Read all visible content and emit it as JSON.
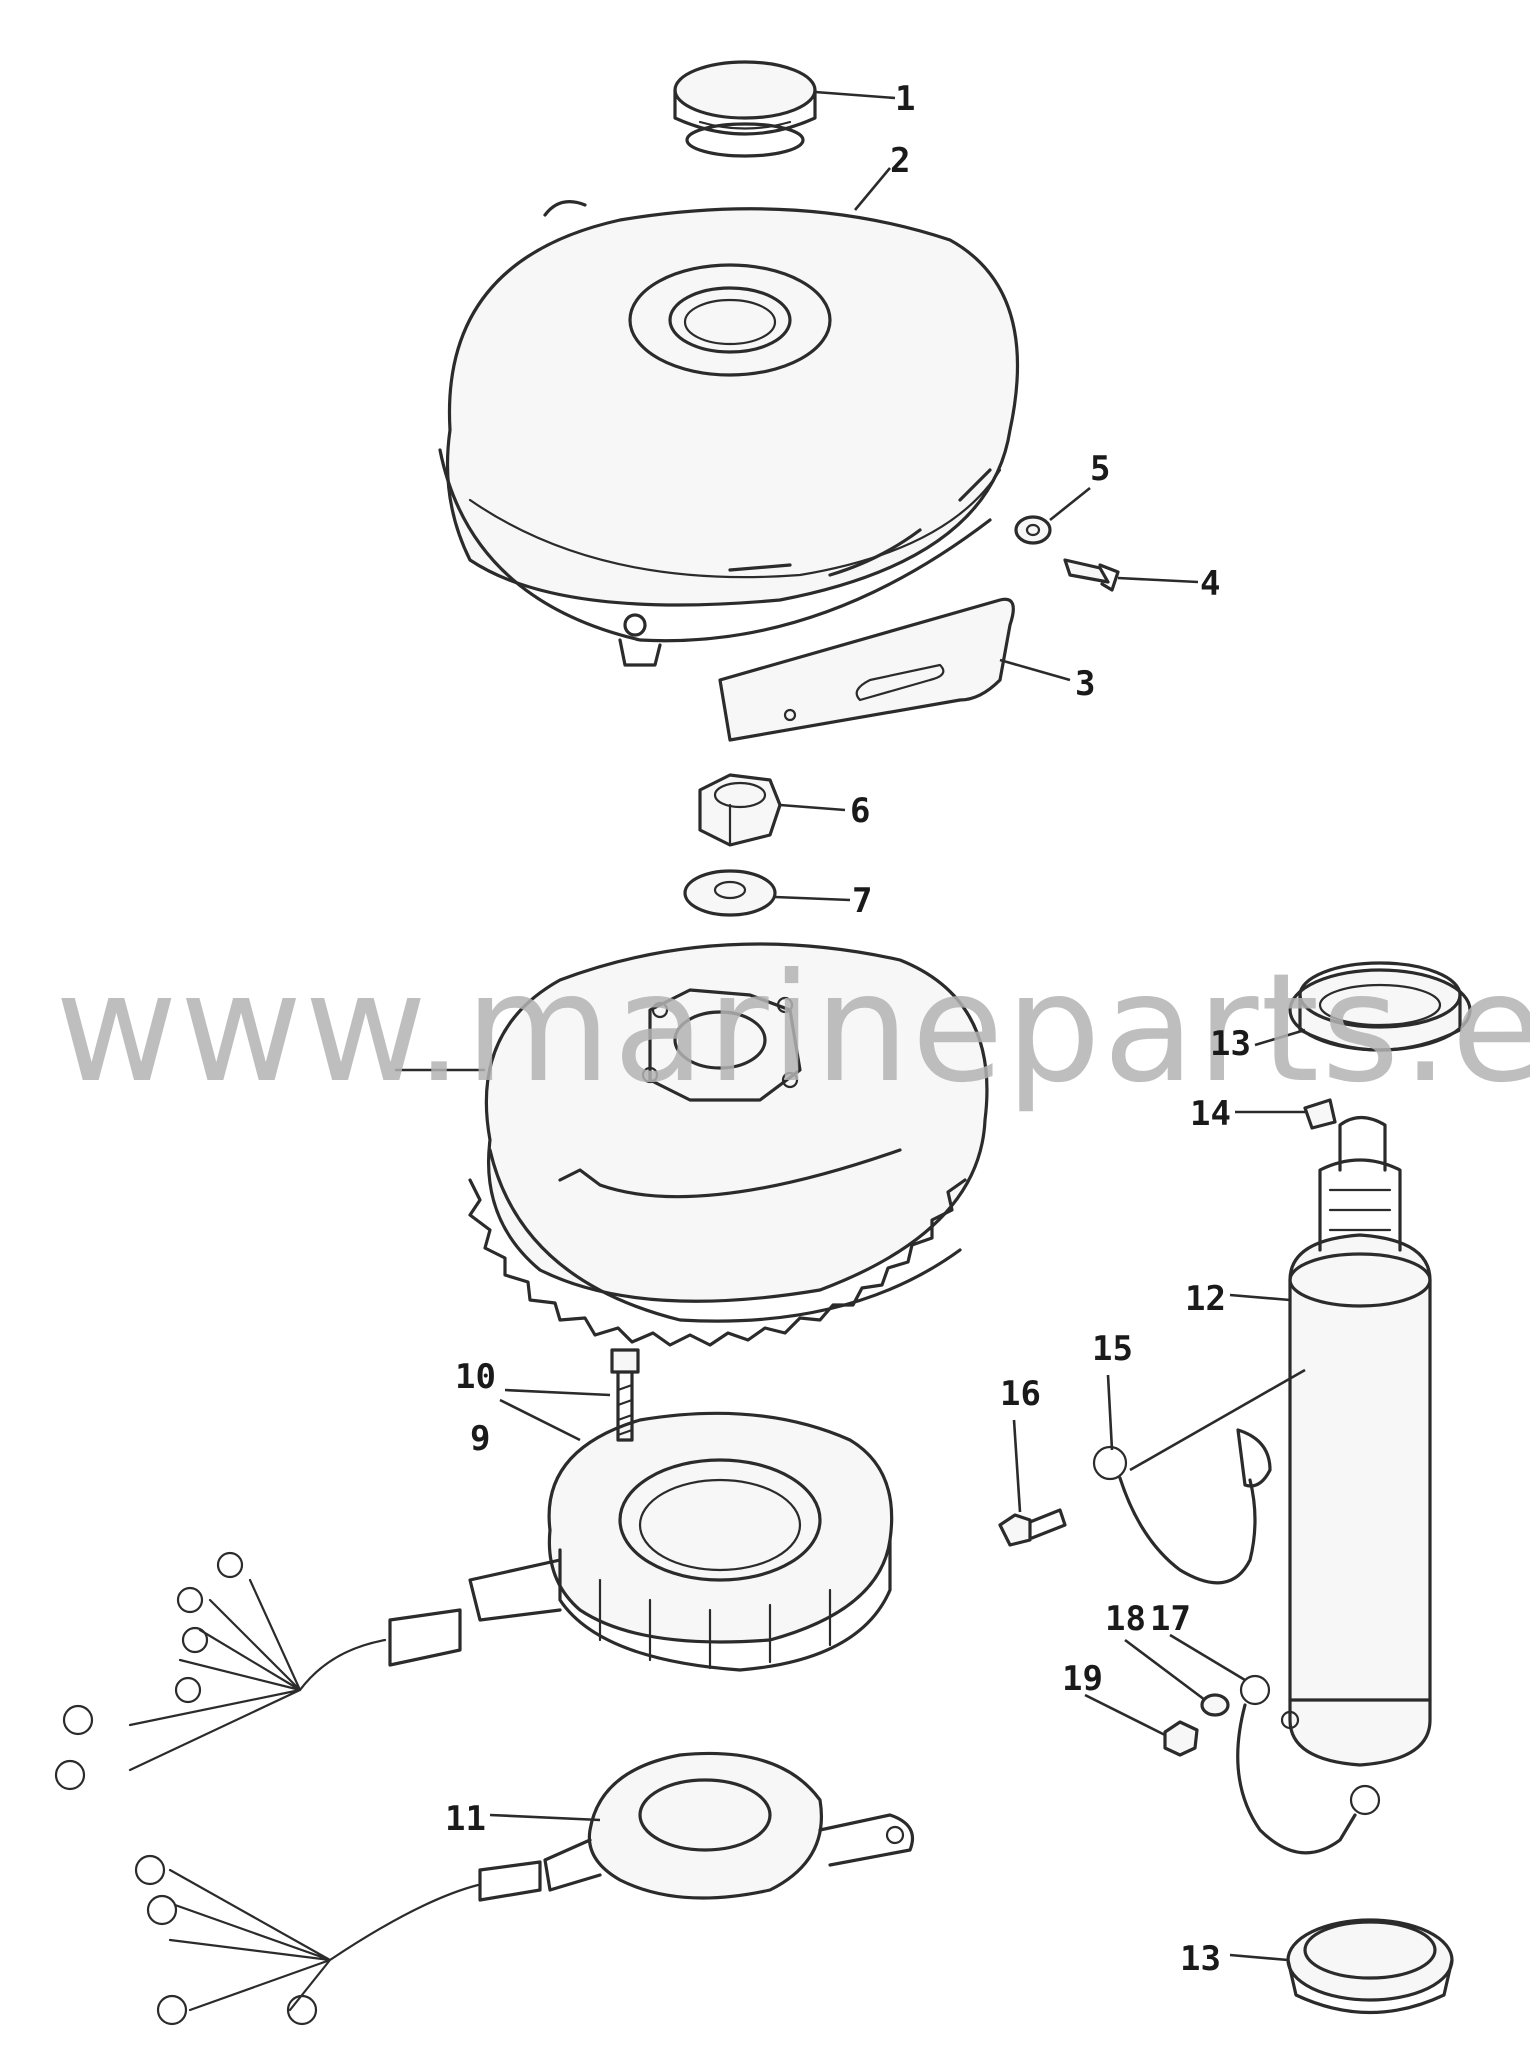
{
  "watermark": {
    "text": "www.marineparts.eu"
  },
  "callouts": [
    {
      "id": "c1",
      "label": "1"
    },
    {
      "id": "c2",
      "label": "2"
    },
    {
      "id": "c3",
      "label": "3"
    },
    {
      "id": "c4",
      "label": "4"
    },
    {
      "id": "c5",
      "label": "5"
    },
    {
      "id": "c6",
      "label": "6"
    },
    {
      "id": "c7",
      "label": "7"
    },
    {
      "id": "c9",
      "label": "9"
    },
    {
      "id": "c10",
      "label": "10"
    },
    {
      "id": "c11",
      "label": "11"
    },
    {
      "id": "c12",
      "label": "12"
    },
    {
      "id": "c13a",
      "label": "13"
    },
    {
      "id": "c13b",
      "label": "13"
    },
    {
      "id": "c14",
      "label": "14"
    },
    {
      "id": "c15",
      "label": "15"
    },
    {
      "id": "c16",
      "label": "16"
    },
    {
      "id": "c17",
      "label": "17"
    },
    {
      "id": "c18",
      "label": "18"
    },
    {
      "id": "c19",
      "label": "19"
    }
  ]
}
